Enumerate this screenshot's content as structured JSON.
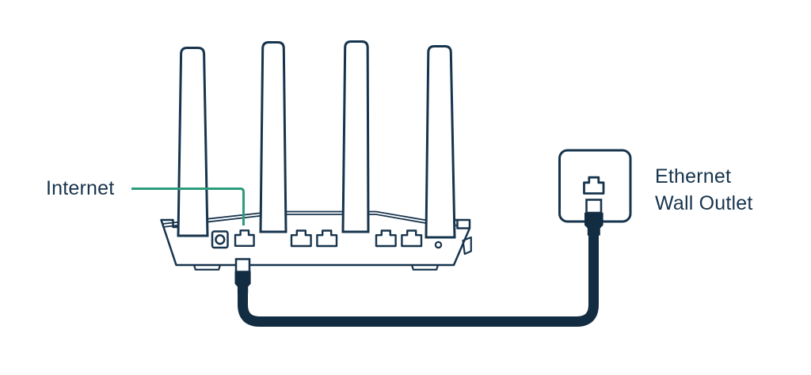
{
  "diagram": {
    "labels": {
      "internet": "Internet",
      "outlet_line1": "Ethernet",
      "outlet_line2": "Wall Outlet"
    },
    "colors": {
      "ink": "#17344d",
      "cable": "#122c42",
      "leader_green": "#2d9c7b",
      "background": "#ffffff"
    },
    "router": {
      "antenna_count": 4,
      "lan_port_count": 4,
      "wan_port_count": 1
    }
  }
}
